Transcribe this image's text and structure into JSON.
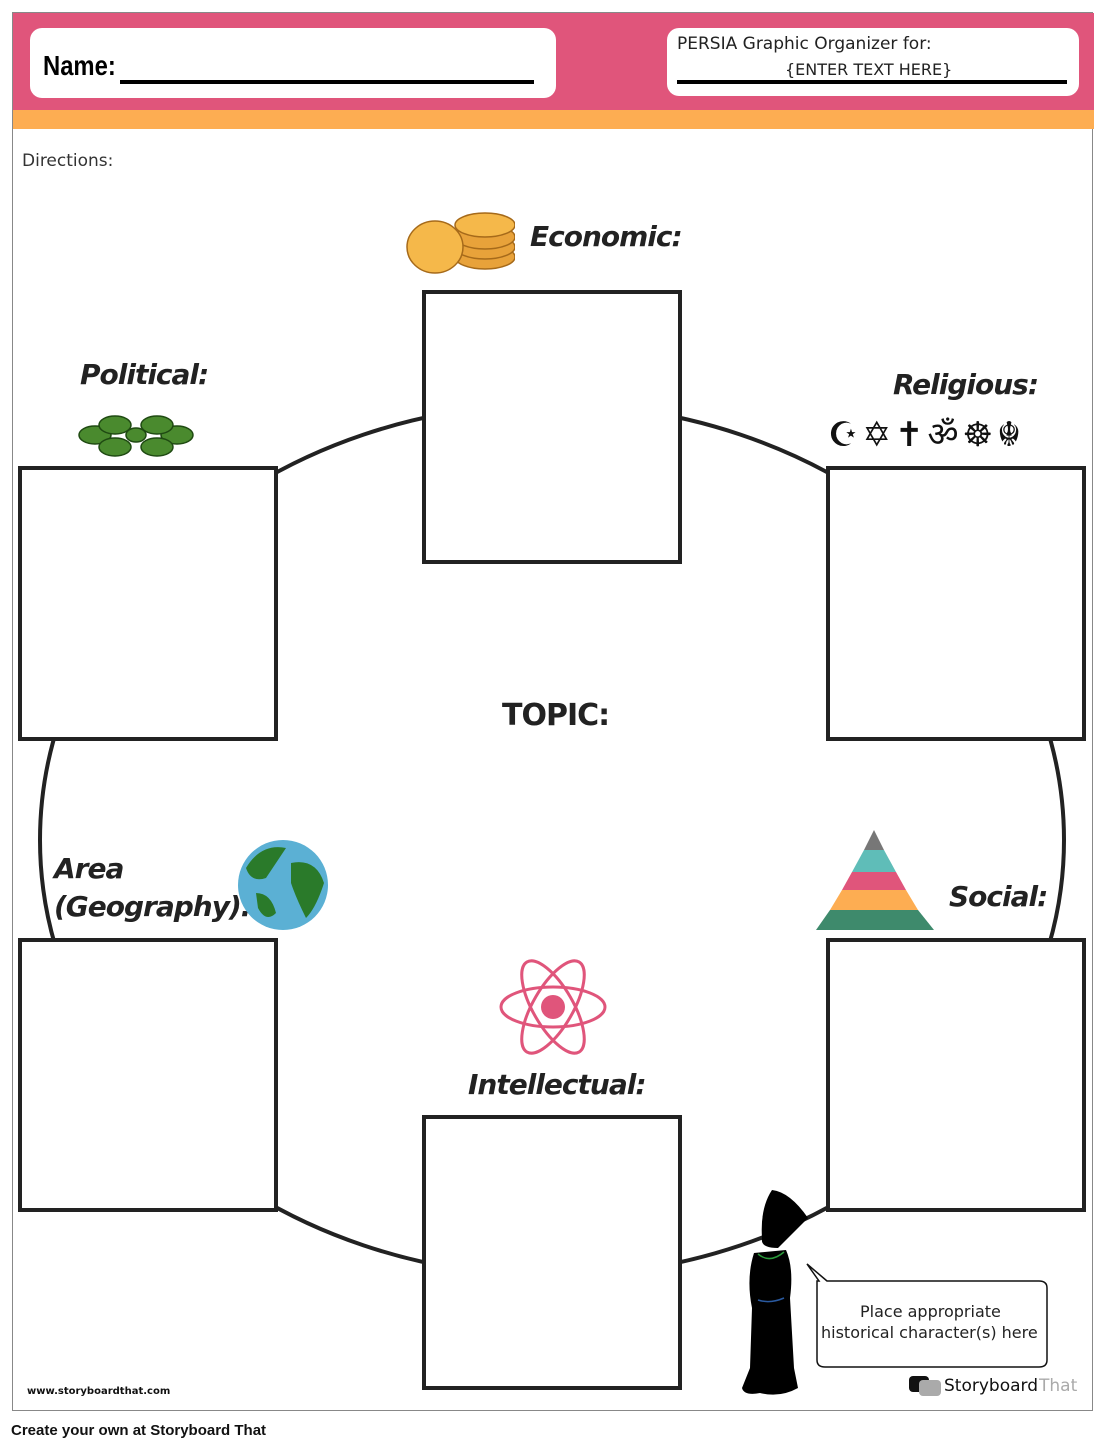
{
  "header": {
    "name_label": "Name:",
    "organizer_title": "PERSIA Graphic Organizer for:",
    "organizer_placeholder": "{ENTER TEXT HERE}"
  },
  "directions_label": "Directions:",
  "topic_label": "TOPIC:",
  "categories": {
    "economic": "Economic:",
    "political": "Political:",
    "religious": "Religious:",
    "area": "Area",
    "area_sub": "(Geography):",
    "social": "Social:",
    "intellectual": "Intellectual:"
  },
  "religious_symbols": "☪✡✝ॐ☸☬",
  "speech_bubble": {
    "line1": "Place appropriate",
    "line2": "historical character(s) here"
  },
  "footer": {
    "site": "www.storyboardthat.com",
    "brand_a": "Storyboard",
    "brand_b": "That",
    "create": "Create your own at Storyboard That"
  },
  "colors": {
    "pink": "#e0557b",
    "orange": "#fdad52"
  }
}
